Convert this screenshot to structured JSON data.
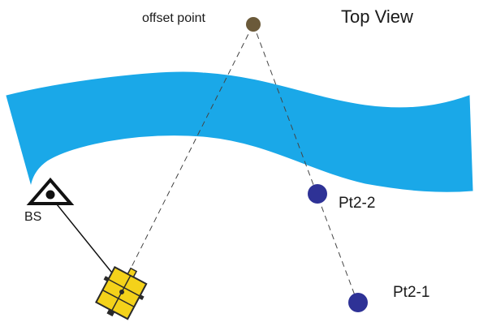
{
  "diagram": {
    "title": "Top View",
    "labels": {
      "offset_point": "offset point",
      "base_station": "BS",
      "pt2_2": "Pt2-2",
      "pt2_1": "Pt2-1"
    },
    "colors": {
      "river": "#1aa8e8",
      "offset_point": "#6b5a3a",
      "survey_point": "#2e3296",
      "boat": "#f4d21a",
      "line": "#222222"
    },
    "icons": {
      "base_station": "triangle-target-icon",
      "boat": "survey-boat-icon"
    }
  }
}
